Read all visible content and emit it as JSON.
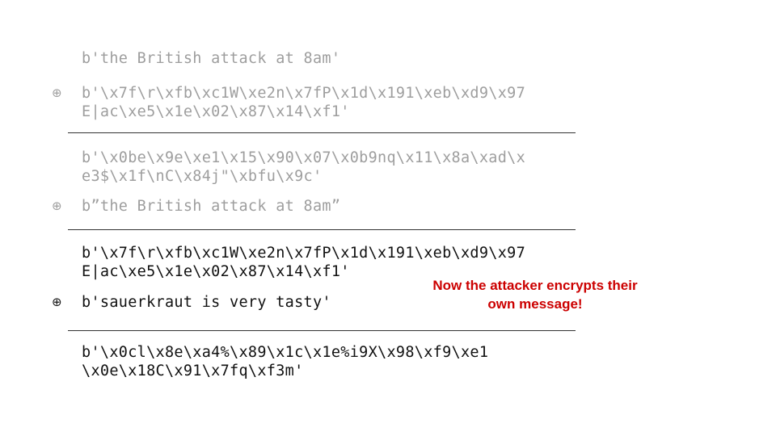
{
  "op_symbol": "⊕",
  "block1": {
    "plaintext": "b'the British attack at 8am'",
    "key_line1": "b'\\x7f\\r\\xfb\\xc1W\\xe2n\\x7fP\\x1d\\x191\\xeb\\xd9\\x97",
    "key_line2": "E|ac\\xe5\\x1e\\x02\\x87\\x14\\xf1'",
    "cipher_line1": "b'\\x0be\\x9e\\xe1\\x15\\x90\\x07\\x0b9nq\\x11\\x8a\\xad\\x",
    "cipher_line2": "e3$\\x1f\\nC\\x84j\"\\xbfu\\x9c'"
  },
  "block2": {
    "plaintext": "b”the British attack at 8am”",
    "key_line1": "b'\\x7f\\r\\xfb\\xc1W\\xe2n\\x7fP\\x1d\\x191\\xeb\\xd9\\x97",
    "key_line2": "E|ac\\xe5\\x1e\\x02\\x87\\x14\\xf1'",
    "new_message": "b'sauerkraut is very tasty'",
    "result_line1": "b'\\x0cl\\x8e\\xa4%\\x89\\x1c\\x1e%i9X\\x98\\xf9\\xe1",
    "result_line2": "\\x0e\\x18C\\x91\\x7fq\\xf3m'"
  },
  "annotation": {
    "line1": "Now the attacker encrypts their",
    "line2": "own message!"
  },
  "colors": {
    "faded_text": "#9e9e9e",
    "active_text": "#111111",
    "annotation": "#cc0000"
  }
}
